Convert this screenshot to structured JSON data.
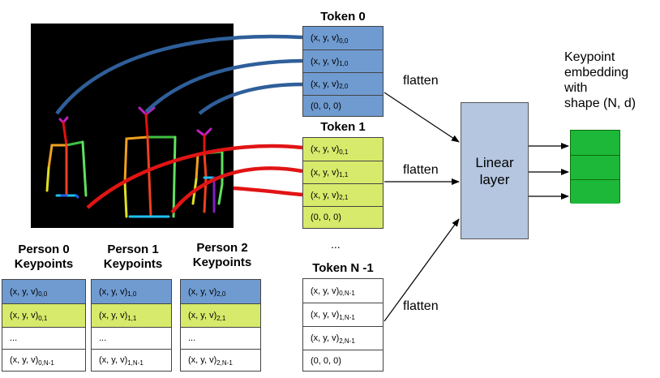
{
  "token_tables": [
    {
      "title": "Token 0",
      "fill": "#6f9bd1",
      "rows": [
        {
          "base": "(x, y, v)",
          "sub": "0,0"
        },
        {
          "base": "(x, y, v)",
          "sub": "1,0"
        },
        {
          "base": "(x, y, v)",
          "sub": "2,0"
        },
        {
          "base": "(0, 0, 0)",
          "sub": ""
        }
      ]
    },
    {
      "title": "Token 1",
      "fill": "#d8ea6b",
      "rows": [
        {
          "base": "(x, y, v)",
          "sub": "0,1"
        },
        {
          "base": "(x, y, v)",
          "sub": "1,1"
        },
        {
          "base": "(x, y, v)",
          "sub": "2,1"
        },
        {
          "base": "(0, 0, 0)",
          "sub": ""
        }
      ]
    },
    {
      "title": "Token N -1",
      "fill": "#ffffff",
      "rows": [
        {
          "base": "(x, y, v)",
          "sub": "0,N-1"
        },
        {
          "base": "(x, y, v)",
          "sub": "1,N-1"
        },
        {
          "base": "(x, y, v)",
          "sub": "2,N-1"
        },
        {
          "base": "(0, 0, 0)",
          "sub": ""
        }
      ]
    }
  ],
  "token_ellipsis": "...",
  "person_tables": [
    {
      "title_line1": "Person 0",
      "title_line2": "Keypoints",
      "rows": [
        {
          "base": "(x, y, v)",
          "sub": "0,0",
          "fill": "#6f9bd1"
        },
        {
          "base": "(x, y, v)",
          "sub": "0,1",
          "fill": "#d8ea6b"
        },
        {
          "base": "...",
          "sub": "",
          "fill": "#ffffff"
        },
        {
          "base": "(x, y, v)",
          "sub": "0,N-1",
          "fill": "#ffffff"
        }
      ]
    },
    {
      "title_line1": "Person 1",
      "title_line2": "Keypoints",
      "rows": [
        {
          "base": "(x, y, v)",
          "sub": "1,0",
          "fill": "#6f9bd1"
        },
        {
          "base": "(x, y, v)",
          "sub": "1,1",
          "fill": "#d8ea6b"
        },
        {
          "base": "...",
          "sub": "",
          "fill": "#ffffff"
        },
        {
          "base": "(x, y, v)",
          "sub": "1,N-1",
          "fill": "#ffffff"
        }
      ]
    },
    {
      "title_line1": "Person 2",
      "title_line2": "Keypoints",
      "rows": [
        {
          "base": "(x, y, v)",
          "sub": "2,0",
          "fill": "#6f9bd1"
        },
        {
          "base": "(x, y, v)",
          "sub": "2,1",
          "fill": "#d8ea6b"
        },
        {
          "base": "...",
          "sub": "",
          "fill": "#ffffff"
        },
        {
          "base": "(x, y, v)",
          "sub": "2,N-1",
          "fill": "#ffffff"
        }
      ]
    }
  ],
  "flatten_label": "flatten",
  "linear_layer": {
    "line1": "Linear",
    "line2": "layer",
    "fill": "#b4c6e0"
  },
  "embedding": {
    "lines": [
      "Keypoint",
      "embedding",
      "with",
      "shape (N, d)"
    ],
    "fill": "#1db83a"
  },
  "colors": {
    "connector_blue": "#2f5f9a",
    "connector_red": "#e11414",
    "arrow": "#000000"
  }
}
